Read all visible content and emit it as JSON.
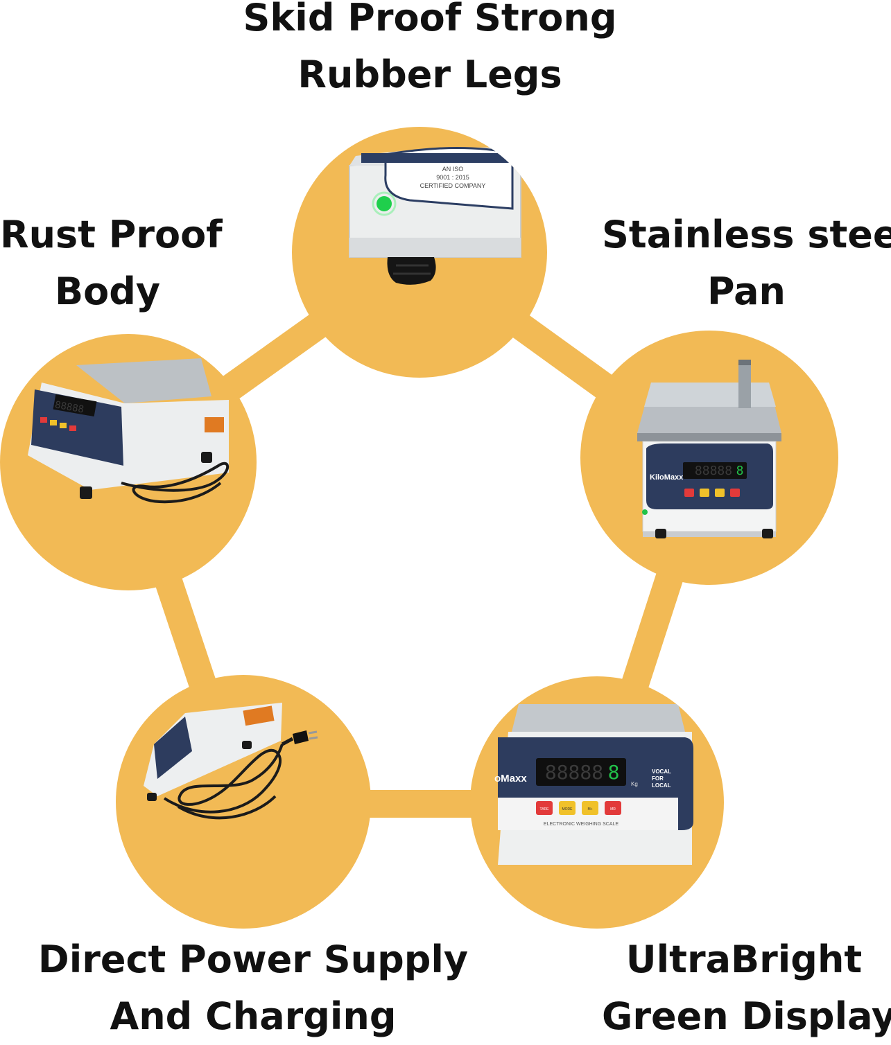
{
  "colors": {
    "accent": "#f2ba55",
    "text": "#111111",
    "display_green": "#22c24a"
  },
  "features": [
    {
      "id": "legs",
      "line1": "Skid Proof Strong",
      "line2": "Rubber Legs"
    },
    {
      "id": "pan",
      "line1": "Stainless steel",
      "line2": "Pan"
    },
    {
      "id": "display",
      "line1": "UltraBright",
      "line2": "Green Display"
    },
    {
      "id": "power",
      "line1": "Direct Power Supply",
      "line2": "And Charging"
    },
    {
      "id": "body",
      "line1": "Rust Proof",
      "line2": "Body"
    }
  ],
  "product_text": {
    "brand": "KiloMaxx",
    "brand_partial": "oMaxx",
    "certification": [
      "AN ISO",
      "9001 : 2015",
      "CERTIFIED COMPANY"
    ],
    "badge": [
      "VOCAL",
      "FOR",
      "LOCAL"
    ],
    "scale_label": "ELECTRONIC WEIGHING SCALE",
    "unit": "Kg",
    "display_digits": "88888",
    "display_last_digit": "8",
    "buttons": [
      "TARE",
      "MODE",
      "M+",
      "MR"
    ]
  }
}
